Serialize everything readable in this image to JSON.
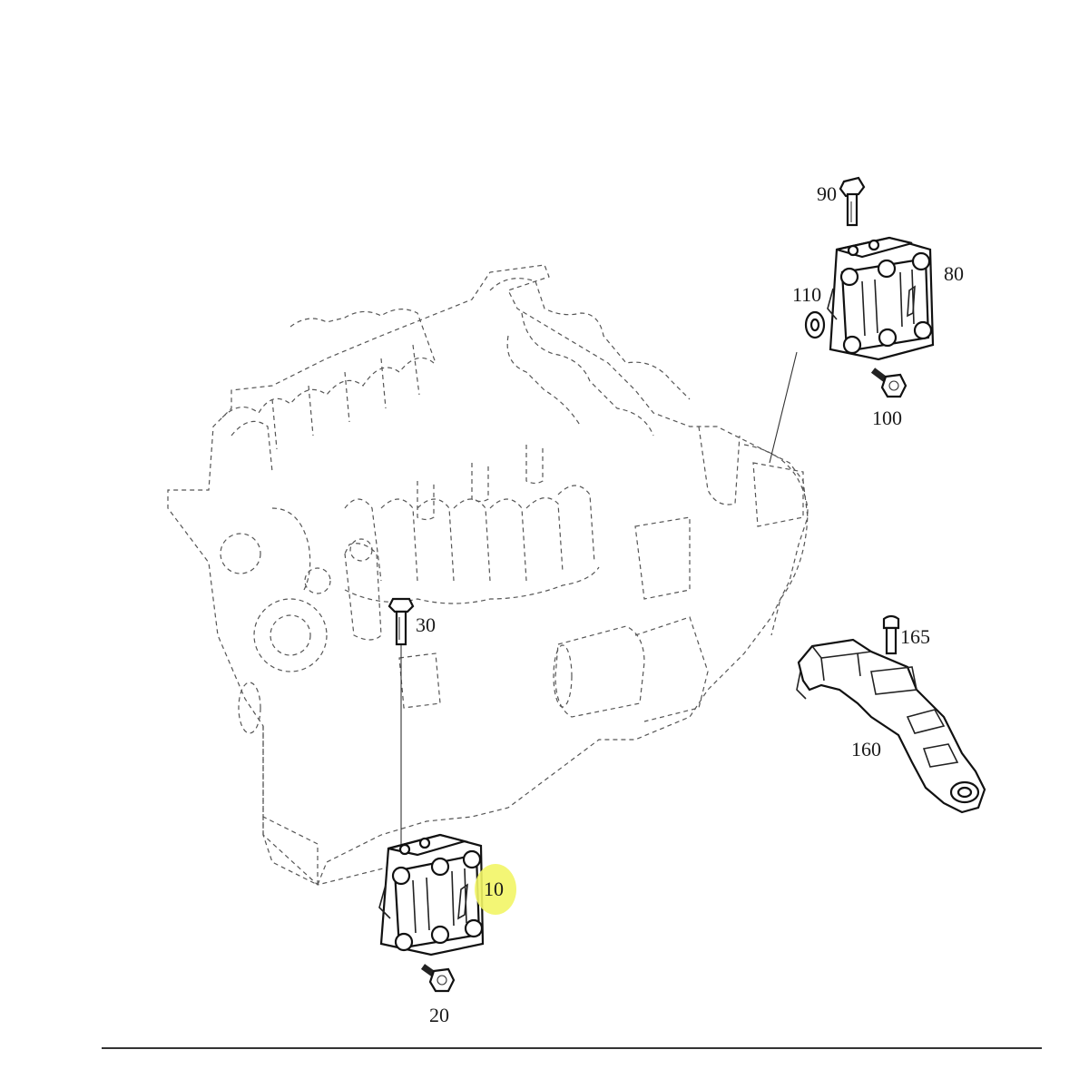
{
  "diagram": {
    "labels": {
      "p10": "10",
      "p20": "20",
      "p30": "30",
      "p80": "80",
      "p90": "90",
      "p100": "100",
      "p110": "110",
      "p160": "160",
      "p165": "165"
    },
    "highlight_color": "#f2f566",
    "line_color": "#222222"
  }
}
